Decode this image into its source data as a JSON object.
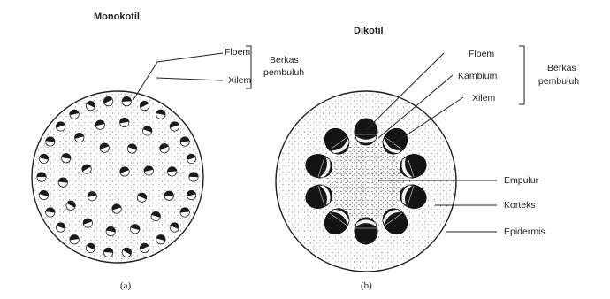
{
  "monocot": {
    "title": "Monokotil",
    "labels": {
      "phloem": "Floem",
      "xylem": "Xilem",
      "group": [
        "Berkas",
        "pembuluh"
      ]
    },
    "caption": "(a)"
  },
  "dicot": {
    "title": "Dikotil",
    "labels": {
      "phloem": "Floem",
      "cambium": "Kambium",
      "xylem": "Xilem",
      "group": [
        "Berkas",
        "pembuluh"
      ],
      "pith": "Empulur",
      "cortex": "Korteks",
      "epidermis": "Epidermis"
    },
    "caption": "(b)"
  },
  "colors": {
    "ink": "#222222",
    "stipple": "#555555"
  }
}
